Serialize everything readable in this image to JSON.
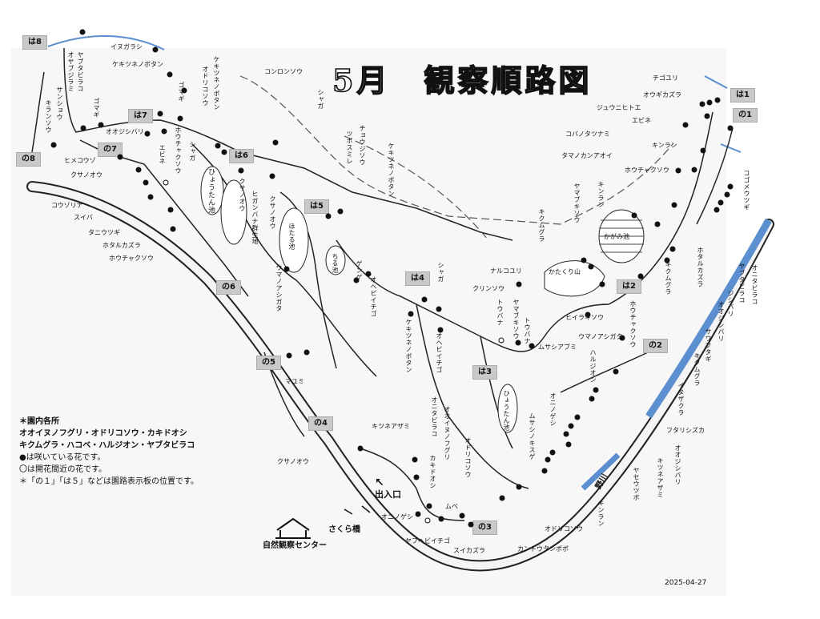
{
  "title": "5月　観察順路図",
  "date": "2025-04-27",
  "signs": [
    "は8",
    "の8",
    "は7",
    "の7",
    "は6",
    "は5",
    "は4",
    "の6",
    "の5",
    "の4",
    "は3",
    "の3",
    "は1",
    "の1",
    "は2",
    "の2"
  ],
  "places": {
    "center": "自然観察センター",
    "bridge": "さくら橋",
    "entrance": "出入口",
    "river": "野川",
    "pond_hyotan_top": "ひょうたん池",
    "pond_hyotan_mid": "ひょうたん池",
    "pond_hotaru": "ほたる池",
    "pond_kagami": "かがみ池",
    "pond_hagi": "ちる池",
    "mountain": "かたくり山",
    "higanbana": "ヒガンバナ群生地"
  },
  "legend": {
    "heading": "＊園内各所",
    "line1": "オオイヌノフグリ・オドリコソウ・カキドオシ",
    "line2": "キクムグラ・ハコベ・ハルジオン・ヤブタビラコ",
    "bloom": "●は咲いている花です。",
    "soon": "〇は開花間近の花です。",
    "note": "＊「の１」「は５」などは園路表示板の位置です。"
  },
  "plants_h": [
    "イヌガラシ",
    "ケキツネノボタン",
    "コンロンソウ",
    "ヒメコウゾ",
    "クサノオウ",
    "コウゾリナ",
    "スイバ",
    "タニウツギ",
    "ホタルカズラ",
    "ホウチャクソウ",
    "オオジシバリ",
    "チゴユリ",
    "オウギカズラ",
    "ジュウニヒトエ",
    "エビネ",
    "コバノタツナミ",
    "キンラン",
    "タマノカンアオイ",
    "ホウチャクソウ",
    "ナルコユリ",
    "クリンソウ",
    "ヒイラギソウ",
    "ウマノアシガタ",
    "ムサシアブミ",
    "キツネアザミ",
    "クサノオウ",
    "マユミ",
    "オニノゲシ",
    "ヤブヘビイチゴ",
    "スイカズラ",
    "カントウタンポポ",
    "オドリコソウ",
    "フタリシズカ",
    "ムベ"
  ],
  "plants_v": [
    "ヤブタビラコ",
    "オヤブジラミ",
    "ゴマギ",
    "サンショウ",
    "キランソウ",
    "ゴマギ",
    "エビネ",
    "ホウチャクソウ",
    "シャガ",
    "ケキツネノボタン",
    "オドリコソウ",
    "シャガ",
    "クサノオウ",
    "ヒガンバナ群生地",
    "クサノオウ",
    "ウマノアシガタ",
    "チョウジソウ",
    "ツボスミレ",
    "ケキツネノボタン",
    "オヘビイチゴ",
    "ゲンゲ",
    "シャガ",
    "ケキツネノボタン",
    "オヘビイチゴ",
    "ヤマブキソウ",
    "トウバナ",
    "トウバナ",
    "キクムグラ",
    "ヤマブキソウ",
    "キンラン",
    "ハルジオン",
    "オニタビラコ",
    "オオイヌノフグリ",
    "カキドオシ",
    "オドリコソウ",
    "ムサシノキスゲ",
    "ホウチャクソウ",
    "キクムグラ",
    "ホタルカズラ",
    "ヤブタビラコ",
    "ジシバリ",
    "オオジシバリ",
    "オニタビラコ",
    "コゴメウツギ",
    "サワフタギ",
    "キクムグラ",
    "イヌザクラ",
    "オニノゲシ",
    "オオジシバリ",
    "キツネアザミ",
    "ヤセウツボ",
    "キンラン"
  ],
  "colors": {
    "river": "#5b8fd0",
    "ink": "#111111",
    "sign_bg": "#c9c9c9"
  }
}
